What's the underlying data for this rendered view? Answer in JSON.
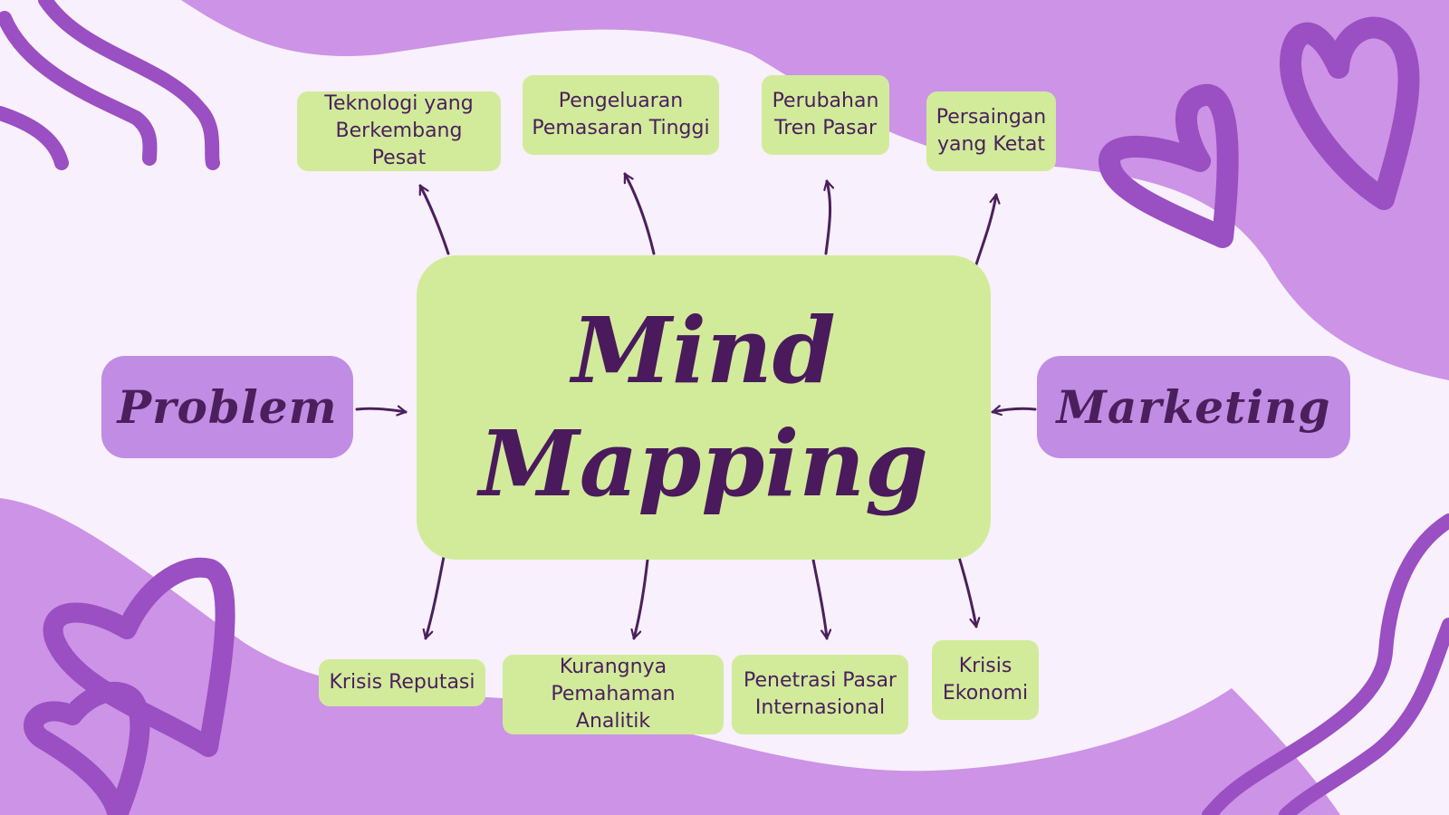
{
  "center": {
    "line1": "Mind",
    "line2": "Mapping"
  },
  "left_node": {
    "label": "Problem"
  },
  "right_node": {
    "label": "Marketing"
  },
  "top_nodes": [
    {
      "line1": "Teknologi yang",
      "line2": "Berkembang Pesat"
    },
    {
      "line1": "Pengeluaran",
      "line2": "Pemasaran Tinggi"
    },
    {
      "line1": "Perubahan",
      "line2": "Tren Pasar"
    },
    {
      "line1": "Persaingan",
      "line2": "yang Ketat"
    }
  ],
  "bottom_nodes": [
    {
      "line1": "Krisis Reputasi",
      "line2": ""
    },
    {
      "line1": "Kurangnya",
      "line2": "Pemahaman Analitik"
    },
    {
      "line1": "Penetrasi Pasar",
      "line2": "Internasional"
    },
    {
      "line1": "Krisis",
      "line2": "Ekonomi"
    }
  ],
  "colors": {
    "background": "#f8f0fc",
    "blob": "#cc93e6",
    "doodle": "#9a4fc2",
    "node_green": "#d1eb9b",
    "node_purple": "#c08ce4",
    "text": "#4b1f5c"
  }
}
